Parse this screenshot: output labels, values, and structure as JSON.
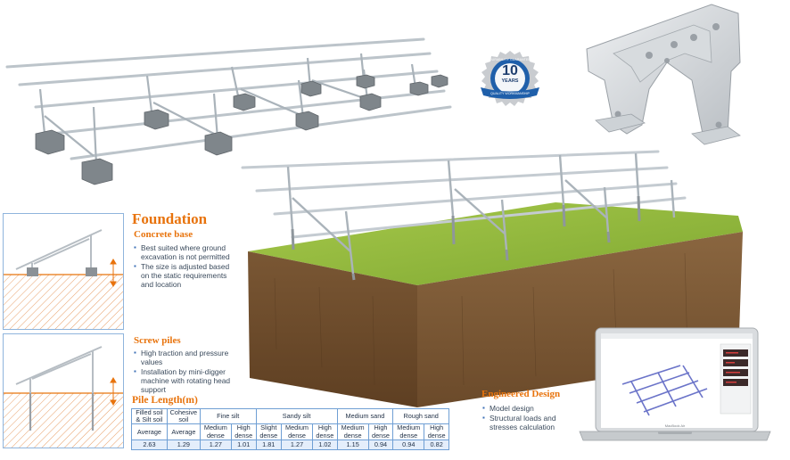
{
  "foundation": {
    "title": "Foundation",
    "concrete": {
      "title": "Concrete base",
      "bullets": [
        "Best suited where ground excavation is not permitted",
        "The size is adjusted based on the static requirements and location"
      ]
    },
    "screw": {
      "title": "Screw piles",
      "bullets": [
        "High traction and pressure values",
        "Installation by mini-digger machine with rotating head support"
      ]
    }
  },
  "pile_length": {
    "title": "Pile Length(m)",
    "groups": [
      "Filled soil & Silt soil",
      "Cohesive soil",
      "Fine silt",
      "Sandy silt",
      "Medium sand",
      "Rough sand"
    ],
    "subheaders": [
      "Average",
      "Average",
      "Medium dense",
      "High dense",
      "Slight dense",
      "Medium dense",
      "High dense",
      "Medium dense",
      "High dense",
      "Medium dense",
      "High dense"
    ],
    "values": [
      "2.63",
      "1.29",
      "1.27",
      "1.01",
      "1.81",
      "1.27",
      "1.02",
      "1.15",
      "0.94",
      "0.94",
      "0.82"
    ]
  },
  "engineered": {
    "title": "Engineered Design",
    "bullets": [
      "Model design",
      "Structural loads and stresses calculation"
    ]
  },
  "badge": {
    "number": "10",
    "word": "YEARS",
    "arc_text": "DURABILITY GUARANTEE",
    "ribbon_text": "QUALITY WORKMANSHIP"
  },
  "laptop": {
    "brand": "MacBook Air"
  },
  "colors": {
    "accent": "#e8730c",
    "box_border": "#8fb4dc",
    "table_border": "#6f9fd4",
    "badge_blue": "#1f5faa"
  }
}
